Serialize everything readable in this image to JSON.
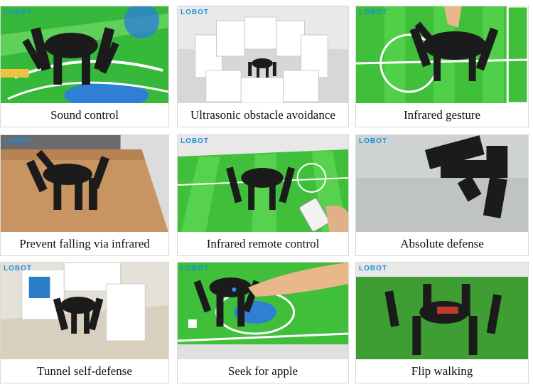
{
  "brand": "LOBOT",
  "tiles": [
    {
      "caption": "Sound control"
    },
    {
      "caption": "Ultrasonic obstacle avoidance"
    },
    {
      "caption": "Infrared gesture"
    },
    {
      "caption": "Prevent falling via infrared"
    },
    {
      "caption": "Infrared remote control"
    },
    {
      "caption": "Absolute defense"
    },
    {
      "caption": "Tunnel self-defense"
    },
    {
      "caption": "Seek for apple"
    },
    {
      "caption": "Flip walking"
    }
  ],
  "colors": {
    "field_green": "#3fbf3a",
    "field_dark": "#2a9c2c",
    "robot": "#1b1b1b",
    "logo": "#1a8fd6"
  }
}
